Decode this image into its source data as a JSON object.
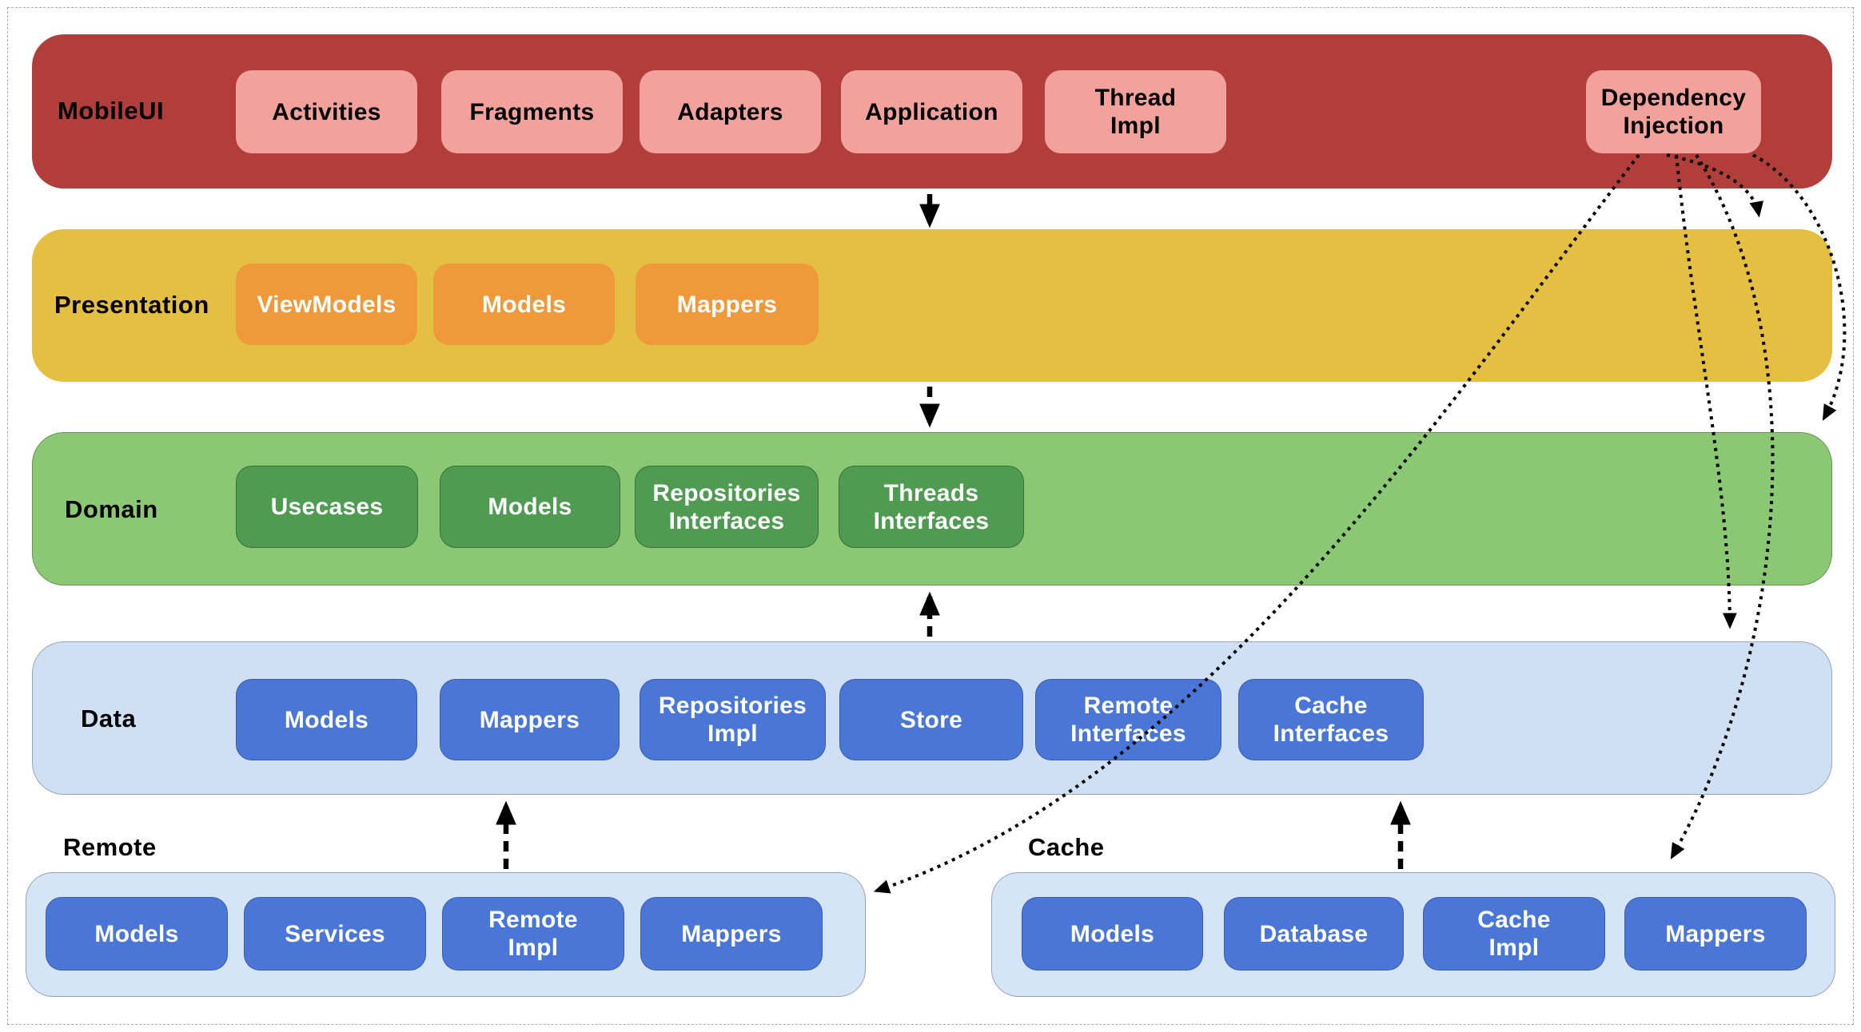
{
  "layers": [
    {
      "id": "mobileui",
      "label": "MobileUI",
      "band_color": "#B23E3C",
      "box_color": "#F2A29B",
      "box_text_color": "#000000",
      "boxes": [
        "Activities",
        "Fragments",
        "Adapters",
        "Application",
        "Thread\nImpl",
        "Dependency\nInjection"
      ]
    },
    {
      "id": "presentation",
      "label": "Presentation",
      "band_color": "#E5BF42",
      "box_color": "#F0993B",
      "box_text_color": "#FFFFFF",
      "boxes": [
        "ViewModels",
        "Models",
        "Mappers"
      ]
    },
    {
      "id": "domain",
      "label": "Domain",
      "band_color": "#8BC873",
      "box_color": "#4F9B52",
      "box_text_color": "#FFFFFF",
      "boxes": [
        "Usecases",
        "Models",
        "Repositories\nInterfaces",
        "Threads\nInterfaces"
      ]
    },
    {
      "id": "data",
      "label": "Data",
      "band_color": "#CFE0F4",
      "box_color": "#4A77D7",
      "box_text_color": "#FFFFFF",
      "boxes": [
        "Models",
        "Mappers",
        "Repositories\nImpl",
        "Store",
        "Remote\nInterfaces",
        "Cache\nInterfaces"
      ]
    },
    {
      "id": "remote",
      "label": "Remote",
      "band_color": "#D6E4F8",
      "box_color": "#4A77D7",
      "box_text_color": "#FFFFFF",
      "boxes": [
        "Models",
        "Services",
        "Remote\nImpl",
        "Mappers"
      ]
    },
    {
      "id": "cache",
      "label": "Cache",
      "band_color": "#D6E4F8",
      "box_color": "#4A77D7",
      "box_text_color": "#FFFFFF",
      "boxes": [
        "Models",
        "Database",
        "Cache\nImpl",
        "Mappers"
      ]
    }
  ],
  "arrows": {
    "color": "#000000",
    "layer_flow_style": "dashed",
    "di_style": "dotted",
    "layer_flow": [
      {
        "from": "MobileUI",
        "to": "Presentation",
        "direction": "down"
      },
      {
        "from": "Presentation",
        "to": "Domain",
        "direction": "down"
      },
      {
        "from": "Data",
        "to": "Domain",
        "direction": "up"
      },
      {
        "from": "Remote",
        "to": "Data",
        "direction": "up"
      },
      {
        "from": "Cache",
        "to": "Data",
        "direction": "up"
      }
    ],
    "dependency_injection": [
      {
        "from": "Dependency Injection",
        "to": "Presentation"
      },
      {
        "from": "Dependency Injection",
        "to": "Domain"
      },
      {
        "from": "Dependency Injection",
        "to": "Data"
      },
      {
        "from": "Dependency Injection",
        "to": "Remote"
      },
      {
        "from": "Dependency Injection",
        "to": "Cache"
      }
    ]
  }
}
